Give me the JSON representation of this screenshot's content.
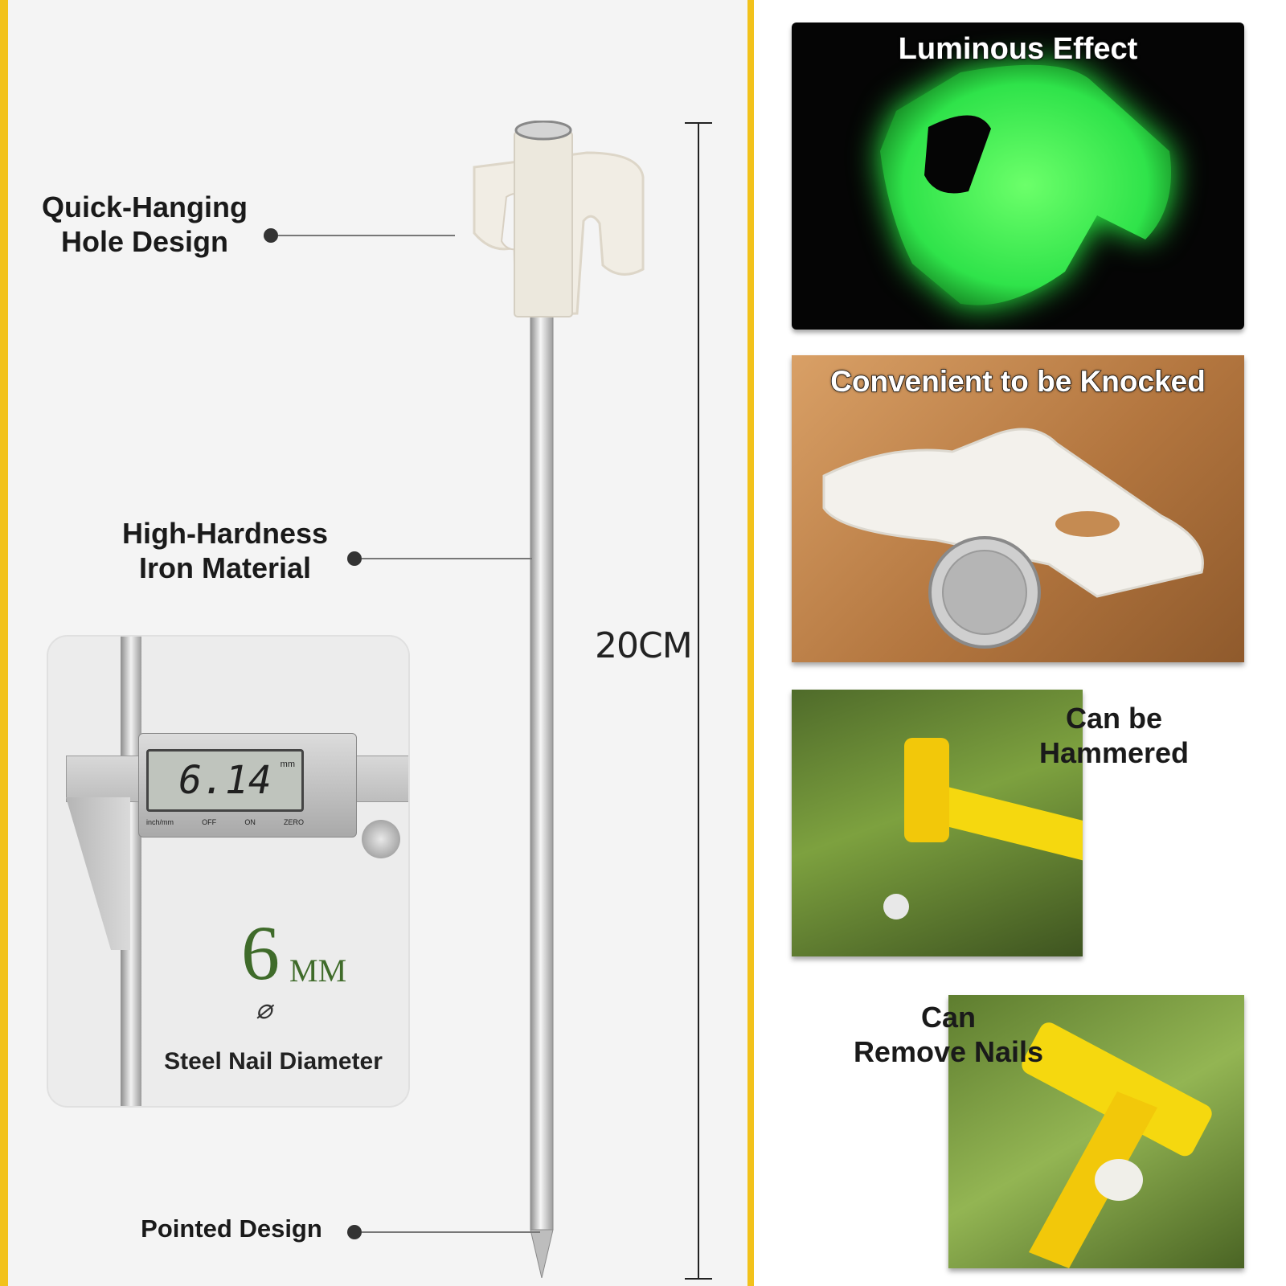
{
  "callouts": {
    "quick_hanging_line1": "Quick-Hanging",
    "quick_hanging_line2": "Hole Design",
    "hardness_line1": "High-Hardness",
    "hardness_line2": "Iron Material",
    "pointed": "Pointed Design"
  },
  "dimension": {
    "length": "20CM"
  },
  "caliper": {
    "reading": "6.14",
    "unit": "mm",
    "buttons": [
      "inch/mm",
      "OFF",
      "ON",
      "ZERO"
    ],
    "diameter_value": "6",
    "diameter_unit": "MM",
    "diameter_symbol": "⌀",
    "caption": "Steel Nail Diameter"
  },
  "features": {
    "luminous": "Luminous Effect",
    "knocked": "Convenient to be Knocked",
    "hammered_line1": "Can be",
    "hammered_line2": "Hammered",
    "remove_line1": "Can",
    "remove_line2": "Remove Nails"
  },
  "colors": {
    "border_accent": "#f2c21b",
    "glow_green": "#3cff4a",
    "diameter_green": "#3f6b2a",
    "hammer_yellow": "#f5d80f"
  }
}
